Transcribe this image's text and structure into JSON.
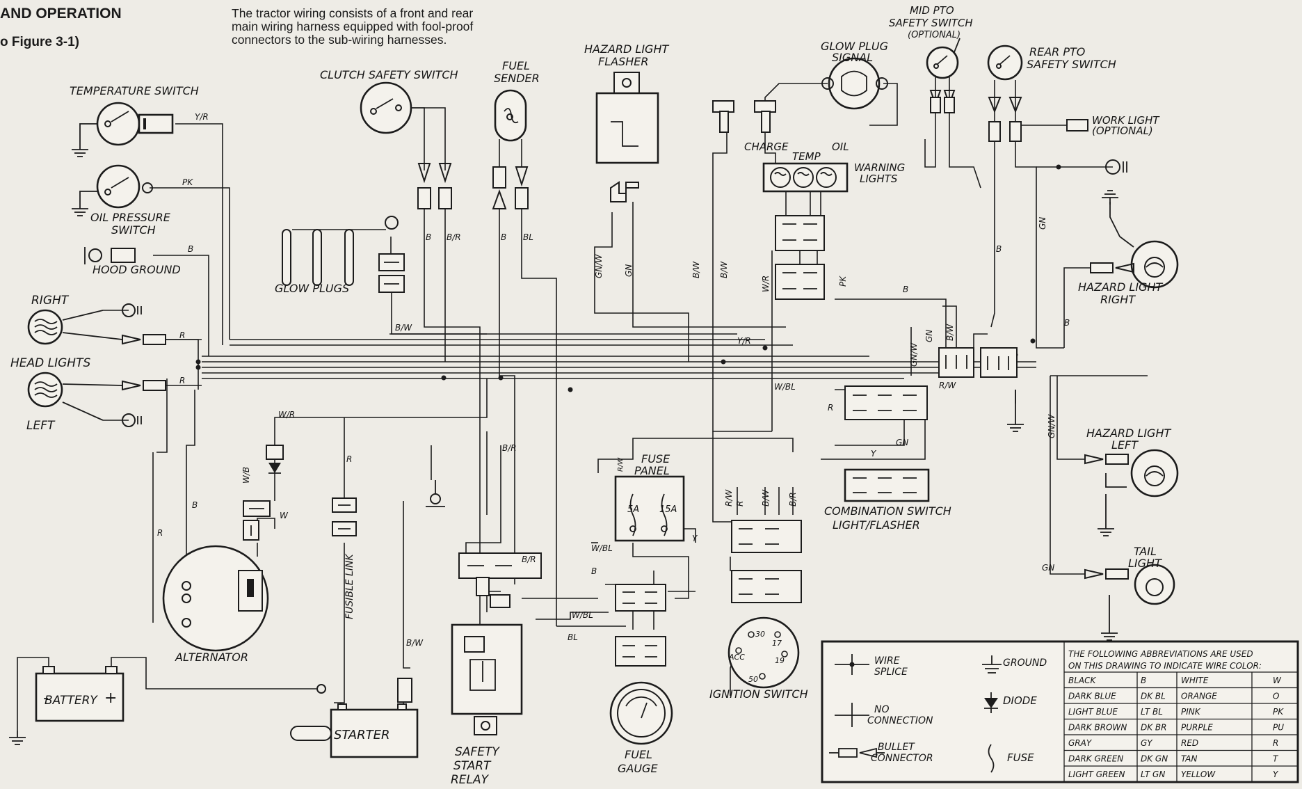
{
  "header": {
    "section_title": "AND OPERATION",
    "figure_ref": "o Figure 3-1)"
  },
  "intro": {
    "line1": "The tractor wiring consists of a front and rear",
    "line2": "main wiring harness equipped with fool-proof",
    "line3": "connectors to the sub-wiring harnesses."
  },
  "components": {
    "temperature_switch": "TEMPERATURE SWITCH",
    "oil_pressure_switch_1": "OIL PRESSURE",
    "oil_pressure_switch_2": "SWITCH",
    "hood_ground": "HOOD GROUND",
    "head_lights": "HEAD LIGHTS",
    "head_light_right": "RIGHT",
    "head_light_left": "LEFT",
    "glow_plugs": "GLOW PLUGS",
    "clutch_safety_switch": "CLUTCH SAFETY SWITCH",
    "fuel_sender_1": "FUEL",
    "fuel_sender_2": "SENDER",
    "hazard_flasher_1": "HAZARD LIGHT",
    "hazard_flasher_2": "FLASHER",
    "glow_plug_signal_1": "GLOW PLUG",
    "glow_plug_signal_2": "SIGNAL",
    "mid_pto_1": "MID PTO",
    "mid_pto_2": "SAFETY SWITCH",
    "mid_pto_3": "(OPTIONAL)",
    "rear_pto_1": "REAR PTO",
    "rear_pto_2": "SAFETY SWITCH",
    "work_light_1": "WORK LIGHT",
    "work_light_2": "(OPTIONAL)",
    "charge": "CHARGE",
    "temp": "TEMP",
    "oil": "OIL",
    "warning_lights_1": "WARNING",
    "warning_lights_2": "LIGHTS",
    "hazard_right_1": "HAZARD LIGHT",
    "hazard_right_2": "RIGHT",
    "hazard_left_1": "HAZARD LIGHT",
    "hazard_left_2": "LEFT",
    "tail_light_1": "TAIL",
    "tail_light_2": "LIGHT",
    "fuse_panel_1": "FUSE",
    "fuse_panel_2": "PANEL",
    "fuse_5a": "5A",
    "fuse_15a": "15A",
    "combination_switch_1": "COMBINATION SWITCH",
    "combination_switch_2": "LIGHT/FLASHER",
    "fusible_link": "FUSIBLE LINK",
    "alternator": "ALTERNATOR",
    "battery": "BATTERY",
    "battery_neg": "-",
    "battery_pos": "+",
    "starter": "STARTER",
    "safety_relay_1": "SAFETY",
    "safety_relay_2": "START",
    "safety_relay_3": "RELAY",
    "fuel_gauge_1": "FUEL",
    "fuel_gauge_2": "GAUGE",
    "ignition_switch": "IGNITION SWITCH",
    "ign_30": "30",
    "ign_17": "17",
    "ign_19": "19",
    "ign_acc": "ACC",
    "ign_50": "50"
  },
  "wire_codes": {
    "y_r": "Y/R",
    "pk": "PK",
    "b": "B",
    "r": "R",
    "b_r": "B/R",
    "bl": "BL",
    "b_w": "B/W",
    "gn_w": "GN/W",
    "gn": "GN",
    "w_r": "W/R",
    "w_bl": "W/BL",
    "w_b": "W/B",
    "w": "W",
    "r_w": "R/W",
    "y": "Y"
  },
  "legend": {
    "wire_splice_1": "WIRE",
    "wire_splice_2": "SPLICE",
    "no_connection_1": "NO",
    "no_connection_2": "CONNECTION",
    "bullet_connector_1": "BULLET",
    "bullet_connector_2": "CONNECTOR",
    "ground": "GROUND",
    "diode": "DIODE",
    "fuse": "FUSE",
    "table_header_1": "THE FOLLOWING ABBREVIATIONS ARE USED",
    "table_header_2": "ON THIS DRAWING TO INDICATE WIRE COLOR:",
    "colors": [
      {
        "name": "BLACK",
        "abbr": "B",
        "name2": "WHITE",
        "abbr2": "W"
      },
      {
        "name": "DARK BLUE",
        "abbr": "DK BL",
        "name2": "ORANGE",
        "abbr2": "O"
      },
      {
        "name": "LIGHT BLUE",
        "abbr": "LT BL",
        "name2": "PINK",
        "abbr2": "PK"
      },
      {
        "name": "DARK BROWN",
        "abbr": "DK BR",
        "name2": "PURPLE",
        "abbr2": "PU"
      },
      {
        "name": "GRAY",
        "abbr": "GY",
        "name2": "RED",
        "abbr2": "R"
      },
      {
        "name": "DARK GREEN",
        "abbr": "DK GN",
        "name2": "TAN",
        "abbr2": "T"
      },
      {
        "name": "LIGHT GREEN",
        "abbr": "LT GN",
        "name2": "YELLOW",
        "abbr2": "Y"
      }
    ]
  }
}
